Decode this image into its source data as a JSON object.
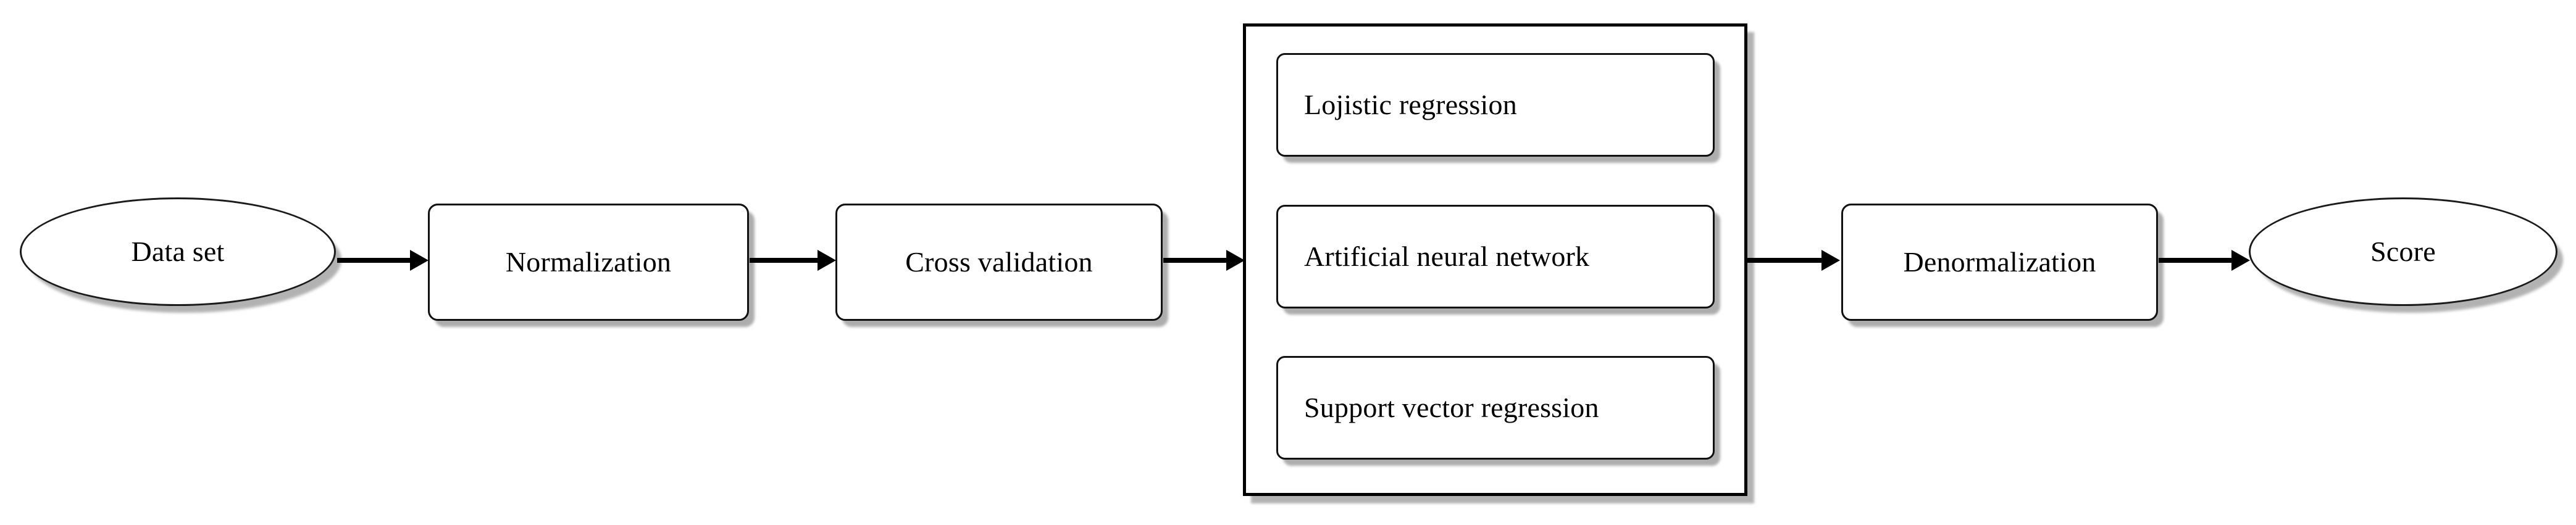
{
  "diagram": {
    "title": "Machine learning modelling pipeline flowchart",
    "background_color": "#ffffff",
    "line_color": "#000000",
    "text_color": "#000000",
    "nodes": [
      {
        "id": "data-set",
        "label": "Data set",
        "shape": "ellipse"
      },
      {
        "id": "normalization",
        "label": "Normalization",
        "shape": "rounded-rect"
      },
      {
        "id": "cross-validation",
        "label": "Cross validation",
        "shape": "rounded-rect"
      },
      {
        "id": "lojistic-regression",
        "label": "Lojistic regression",
        "shape": "rounded-rect"
      },
      {
        "id": "artificial-neural-network",
        "label": "Artificial neural network",
        "shape": "rounded-rect"
      },
      {
        "id": "support-vector-regression",
        "label": "Support vector regression",
        "shape": "rounded-rect"
      },
      {
        "id": "denormalization",
        "label": "Denormalization",
        "shape": "rounded-rect"
      },
      {
        "id": "score",
        "label": "Score",
        "shape": "ellipse"
      }
    ],
    "group": {
      "id": "models-group",
      "label": "",
      "members": [
        "lojistic-regression",
        "artificial-neural-network",
        "support-vector-regression"
      ]
    },
    "edges": [
      {
        "from": "data-set",
        "to": "normalization",
        "style": "solid-arrow"
      },
      {
        "from": "normalization",
        "to": "cross-validation",
        "style": "solid-arrow"
      },
      {
        "from": "cross-validation",
        "to": "models-group",
        "style": "solid-arrow"
      },
      {
        "from": "models-group",
        "to": "denormalization",
        "style": "solid-arrow"
      },
      {
        "from": "denormalization",
        "to": "score",
        "style": "solid-arrow"
      }
    ]
  }
}
